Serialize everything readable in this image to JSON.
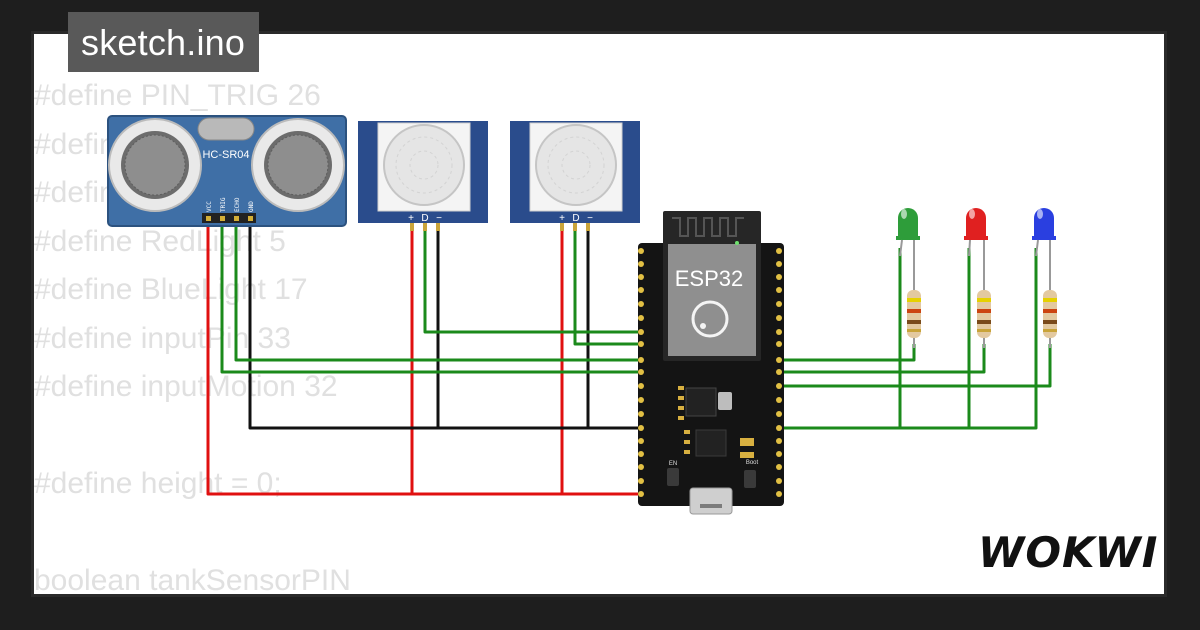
{
  "file_tab": {
    "label": "sketch.ino"
  },
  "code_lines": [
    "#define PIN_TRIG 26",
    "#define PIN_ECHO 25",
    "#define GreenLight 16",
    "#define RedLight 5",
    "#define BlueLight 17",
    "#define inputPin 33",
    "#define inputMotion 32",
    "",
    "#define height = 0;",
    "",
    "boolean tankSensorPIN"
  ],
  "components": {
    "ultrasonic": {
      "label": "HC-SR04",
      "pins": [
        "VCC",
        "TRIG",
        "ECHO",
        "GND"
      ]
    },
    "pir_sensors": [
      {
        "pins": [
          "+",
          "D",
          "−"
        ]
      },
      {
        "pins": [
          "+",
          "D",
          "−"
        ]
      }
    ],
    "esp32": {
      "label": "ESP32",
      "en_label": "EN",
      "boot_label": "Boot"
    },
    "leds": [
      {
        "color": "green",
        "hex": "#2e9d3a"
      },
      {
        "color": "red",
        "hex": "#e02020"
      },
      {
        "color": "blue",
        "hex": "#2a3fe0"
      }
    ]
  },
  "wire_colors": {
    "power": "#e01010",
    "ground": "#111111",
    "signal": "#1b8a1b"
  },
  "brand": {
    "logo": "WOKWI"
  }
}
